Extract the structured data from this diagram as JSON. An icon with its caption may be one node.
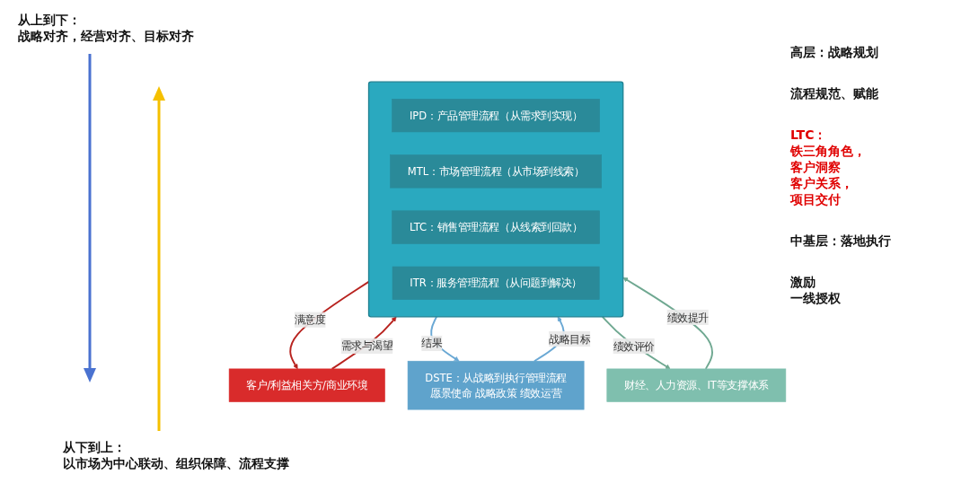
{
  "diagram": {
    "nodes": [
      {
        "text": [
          "客户/利益相关方/商业环境"
        ]
      },
      {
        "text": [
          "DSTE：从战略到执行管理流程",
          "愿景使命 战略政策 绩效运营"
        ]
      },
      {
        "text": [],
        "shape": "box"
      },
      {
        "text": [
          "IPD：产品管理流程（从需求到实现）"
        ],
        "in": 2
      },
      {
        "text": [
          "MTL：市场管理流程（从市场到线索）"
        ],
        "in": 2
      },
      {
        "text": [
          "LTC：销售管理流程（从线索到回款）"
        ],
        "in": 2
      },
      {
        "text": [
          "ITR：服务管理流程（从问题到解决）"
        ],
        "in": 2
      },
      {
        "text": [
          "财经、人力资源、IT等支撑体系"
        ]
      }
    ],
    "edges": [
      {
        "from": 0,
        "to": 2,
        "arrow": "to",
        "label": "需求与渴望",
        "color": "#b8231f"
      },
      {
        "from": 2,
        "to": 0,
        "arrow": "to",
        "label": "满意度",
        "color": "#b8231f"
      },
      {
        "from": 1,
        "to": 2,
        "arrow": "to",
        "label": "战略目标",
        "color": "#6aa8d4"
      },
      {
        "from": 2,
        "to": 1,
        "arrow": "to",
        "label": "结果",
        "color": "#6aa8d4"
      },
      {
        "from": 7,
        "to": 2,
        "arrow": "to",
        "label": "绩效提升",
        "color": "#6fa891"
      },
      {
        "from": 2,
        "to": 7,
        "arrow": "to",
        "label": "绩效评价",
        "color": "#6fa891"
      }
    ],
    "labels": [
      "从上到下：",
      "战略对齐，经营对齐、目标对齐",
      "高层：战略规划",
      "流程规范、赋能",
      "LTC：",
      "铁三角角色，",
      "客户洞察",
      "客户关系，",
      "项目交付",
      "中基层：落地执行",
      "激励",
      "一线授权",
      "从下到上：",
      "以市场为中心联动、组织保障、流程支撑"
    ]
  }
}
